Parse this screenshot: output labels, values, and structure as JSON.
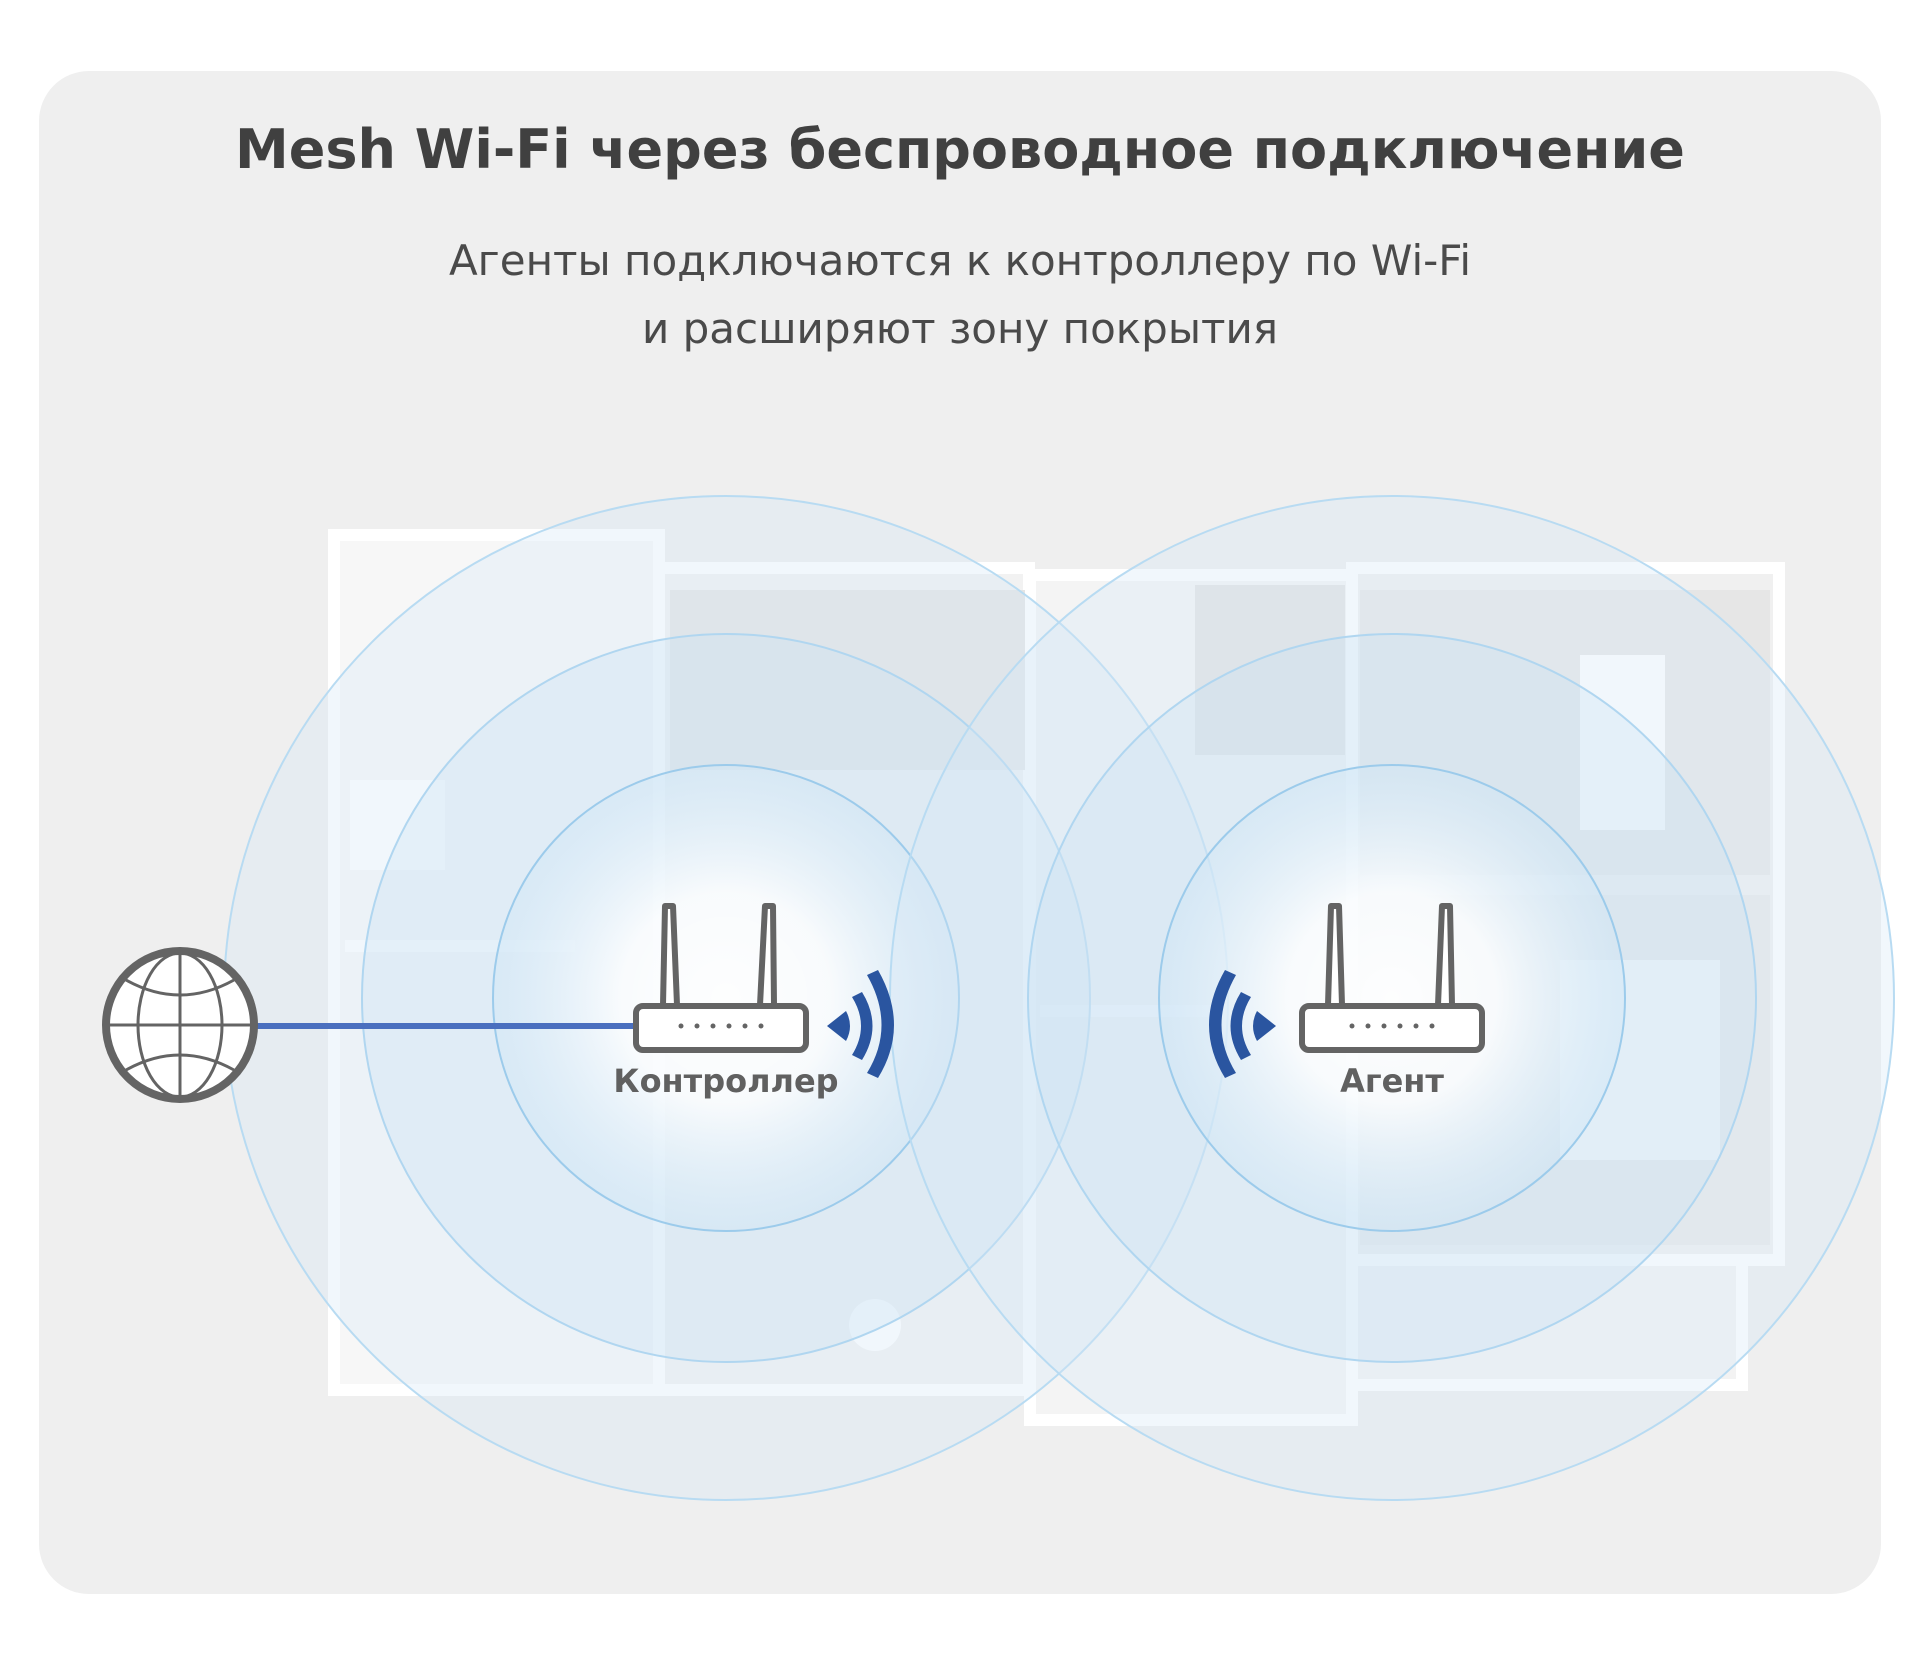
{
  "title": "Mesh Wi-Fi через беспроводное подключение",
  "subtitle": [
    "Агенты подключаются к контроллеру по Wi-Fi",
    "и расширяют зону покрытия"
  ],
  "nodes": {
    "controller": {
      "label": "Контроллер",
      "icon": "router-icon"
    },
    "agent": {
      "label": "Агент",
      "icon": "router-icon"
    },
    "internet": {
      "icon": "globe-icon"
    }
  },
  "colors": {
    "background": "#efefef",
    "wifi": "#2a55a0",
    "cable": "#4a6fbf",
    "icon": "#646464",
    "coverage": "#a9d3ef"
  }
}
